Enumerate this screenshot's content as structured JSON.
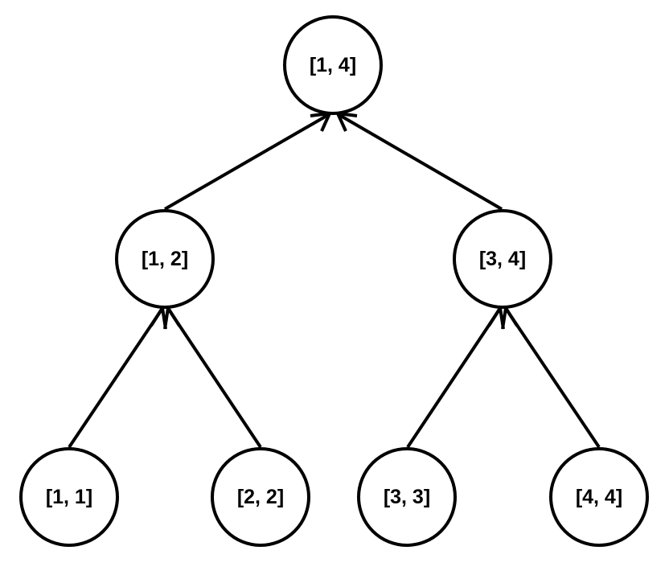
{
  "diagram": {
    "nodes": [
      {
        "id": "root",
        "label": "[1, 4]"
      },
      {
        "id": "left",
        "label": "[1, 2]"
      },
      {
        "id": "right",
        "label": "[3, 4]"
      },
      {
        "id": "leaf1",
        "label": "[1, 1]"
      },
      {
        "id": "leaf2",
        "label": "[2, 2]"
      },
      {
        "id": "leaf3",
        "label": "[3, 3]"
      },
      {
        "id": "leaf4",
        "label": "[4, 4]"
      }
    ],
    "edges": [
      {
        "from": "left",
        "to": "root"
      },
      {
        "from": "right",
        "to": "root"
      },
      {
        "from": "leaf1",
        "to": "left"
      },
      {
        "from": "leaf2",
        "to": "left"
      },
      {
        "from": "leaf3",
        "to": "right"
      },
      {
        "from": "leaf4",
        "to": "right"
      }
    ],
    "colors": {
      "stroke": "#000000",
      "fill": "#ffffff",
      "text": "#000000"
    }
  }
}
